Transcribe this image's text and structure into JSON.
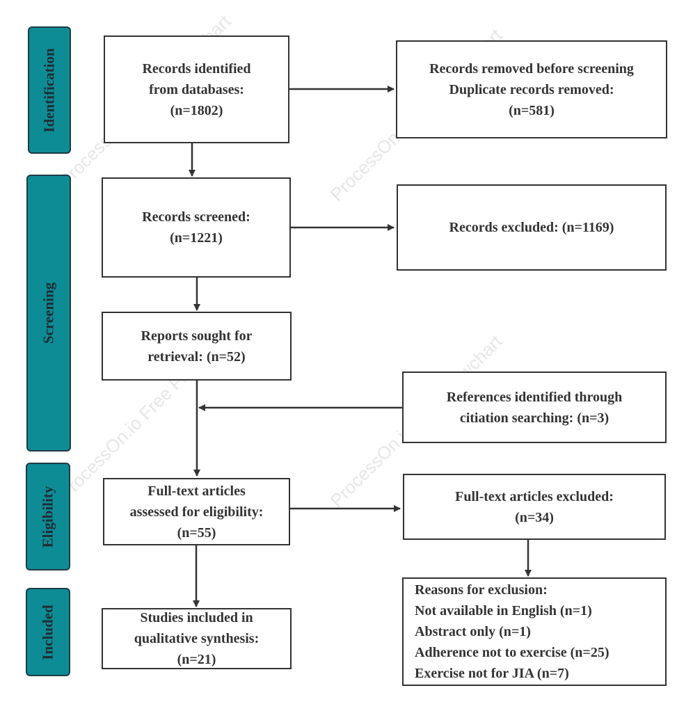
{
  "phases": {
    "identification": "Identification",
    "screening": "Screening",
    "eligibility": "Eligibility",
    "included": "Included"
  },
  "boxes": {
    "identified": [
      "Records identified",
      "from databases:",
      "(n=1802)"
    ],
    "removed": [
      "Records removed before screening",
      "Duplicate records removed:",
      "(n=581)"
    ],
    "screened": [
      "Records screened:",
      "(n=1221)"
    ],
    "excluded": [
      "Records excluded: (n=1169)"
    ],
    "sought": [
      "Reports sought for",
      "retrieval: (n=52)"
    ],
    "citation": [
      "References identified through",
      "citiation searching: (n=3)"
    ],
    "fulltext": [
      "Full-text articles",
      "assessed for eligibility:",
      "(n=55)"
    ],
    "fulltext_excluded": [
      "Full-text articles excluded:",
      "(n=34)"
    ],
    "included": [
      "Studies included in",
      "qualitative synthesis:",
      "(n=21)"
    ],
    "reasons": [
      "Reasons for exclusion:",
      "Not available in English (n=1)",
      "Abstract only (n=1)",
      "Adherence not to exercise (n=25)",
      "Exercise not for JIA (n=7)"
    ]
  },
  "watermark": "ProcessOn.io Free Flowchart",
  "colors": {
    "phase_fill": "#0e8c95",
    "box_border": "#333333",
    "text": "#333333"
  }
}
